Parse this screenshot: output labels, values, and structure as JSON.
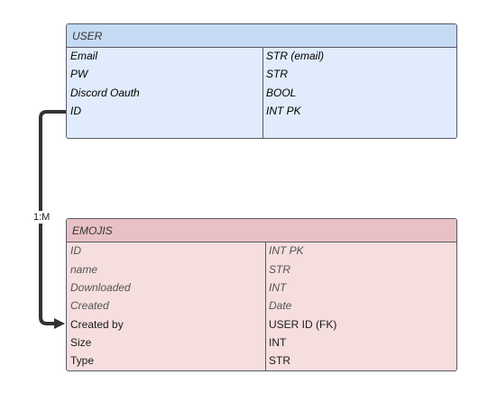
{
  "user": {
    "title": "USER",
    "rows": [
      {
        "name": "Email",
        "type": "STR (email)"
      },
      {
        "name": "PW",
        "type": "STR"
      },
      {
        "name": "Discord Oauth",
        "type": "BOOL"
      },
      {
        "name": "ID",
        "type": "INT PK"
      }
    ]
  },
  "emojis": {
    "title": "EMOJIS",
    "rows": [
      {
        "name": "ID",
        "type": "INT PK"
      },
      {
        "name": "name",
        "type": "STR"
      },
      {
        "name": "Downloaded",
        "type": "INT"
      },
      {
        "name": "Created",
        "type": "Date"
      },
      {
        "name": "Created by",
        "type": "USER ID (FK)"
      },
      {
        "name": "Size",
        "type": "INT"
      },
      {
        "name": "Type",
        "type": "STR"
      }
    ]
  },
  "relationship": {
    "label": "1:M",
    "color": "#333333"
  }
}
